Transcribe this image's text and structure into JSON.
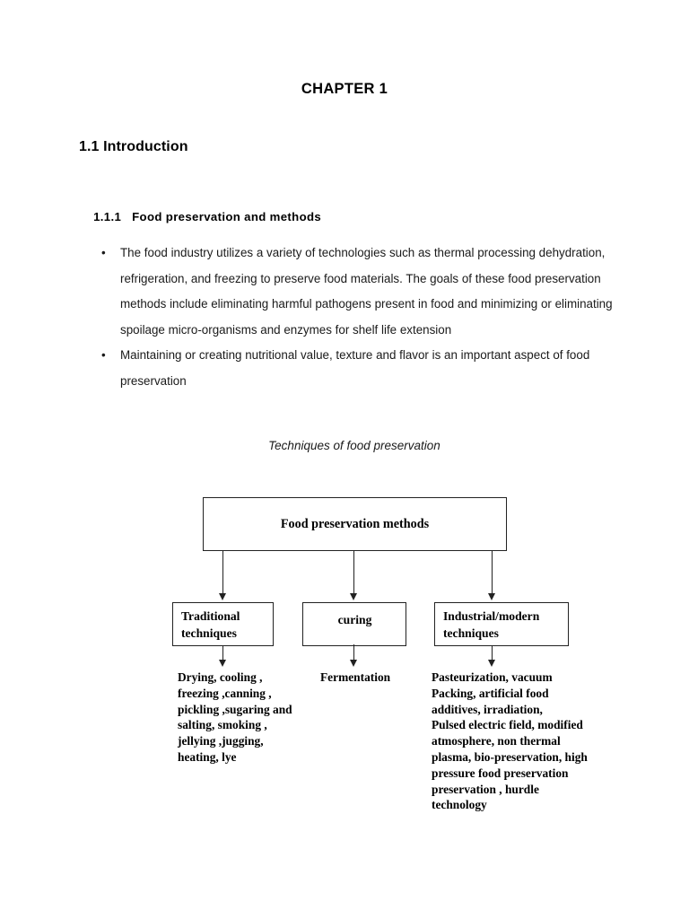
{
  "document": {
    "chapter_title": "CHAPTER 1",
    "section_heading": "1.1 Introduction",
    "subsection": {
      "number": "1.1.1",
      "title": "Food preservation and methods"
    },
    "bullets": [
      "The food industry utilizes a variety of technologies such as thermal processing dehydration, refrigeration, and freezing to preserve food materials. The goals of these food preservation methods include eliminating harmful pathogens present in food and minimizing or eliminating spoilage micro-organisms and enzymes for shelf life extension",
      "Maintaining or creating nutritional value, texture and flavor is an important aspect of food preservation"
    ],
    "figure_caption": "Techniques of food preservation"
  },
  "diagram": {
    "root": "Food preservation methods",
    "branches": [
      {
        "box_label": "Traditional techniques",
        "leaf_text": "Drying, cooling ,\nfreezing ,canning ,\n pickling ,sugaring and\nsalting, smoking ,\njellying ,jugging,\nheating, lye"
      },
      {
        "box_label": "curing",
        "leaf_text": "Fermentation"
      },
      {
        "box_label": "Industrial/modern techniques",
        "leaf_text": "Pasteurization, vacuum\nPacking, artificial food\nadditives, irradiation,\nPulsed electric field, modified\natmosphere, non thermal\nplasma, bio-preservation, high\npressure food preservation\npreservation , hurdle\ntechnology"
      }
    ]
  },
  "colors": {
    "page_background": "#ffffff",
    "text": "#000000",
    "body_text": "#1a1a1a",
    "diagram_stroke": "#222222"
  }
}
